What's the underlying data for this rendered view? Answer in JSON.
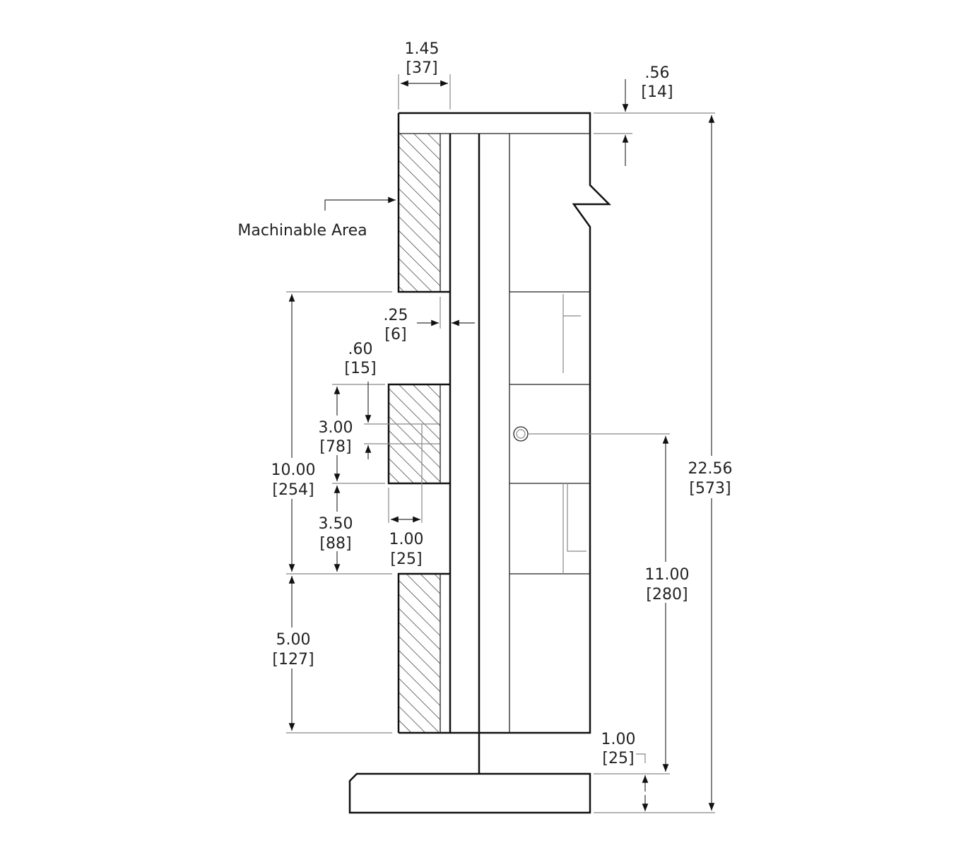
{
  "title": "Machinable area side view drawing",
  "labels": {
    "machinable_area": "Machinable Area"
  },
  "dimensions": {
    "width_top": {
      "in": "1.45",
      "mm": "[37]"
    },
    "top_band": {
      "in": ".56",
      "mm": "[14]"
    },
    "overall_height": {
      "in": "22.56",
      "mm": "[573]"
    },
    "gap": {
      "in": ".25",
      "mm": "[6]"
    },
    "slot_offset": {
      "in": ".60",
      "mm": "[15]"
    },
    "mid_block": {
      "in": "3.00",
      "mm": "[78]"
    },
    "upper_span": {
      "in": "10.00",
      "mm": "[254]"
    },
    "lower_gap": {
      "in": "3.50",
      "mm": "[88]"
    },
    "slot_depth": {
      "in": "1.00",
      "mm": "[25]"
    },
    "bottom_block": {
      "in": "5.00",
      "mm": "[127]"
    },
    "hole_height": {
      "in": "11.00",
      "mm": "[280]"
    },
    "base_height": {
      "in": "1.00",
      "mm": "[25]"
    }
  }
}
